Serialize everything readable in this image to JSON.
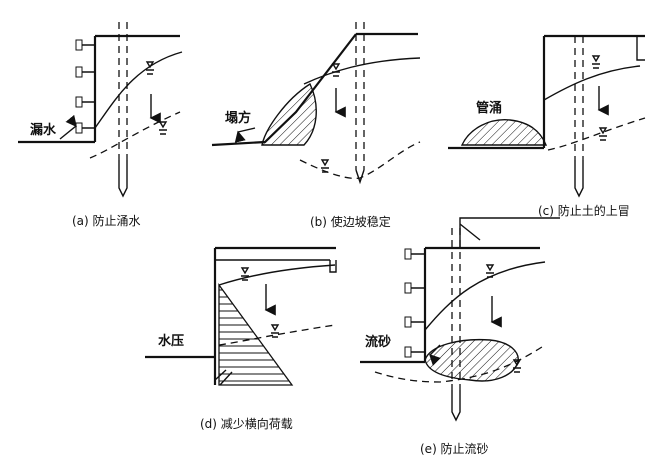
{
  "captions": {
    "a": "(a)  防止涌水",
    "b": "(b)  使边坡稳定",
    "c": "(c) 防止土的上冒",
    "d": "(d) 减少横向荷载",
    "e": "(e) 防止流砂"
  },
  "labels": {
    "a": "漏水",
    "b": "塌方",
    "c": "管涌",
    "d": "水压",
    "e": "流砂"
  }
}
